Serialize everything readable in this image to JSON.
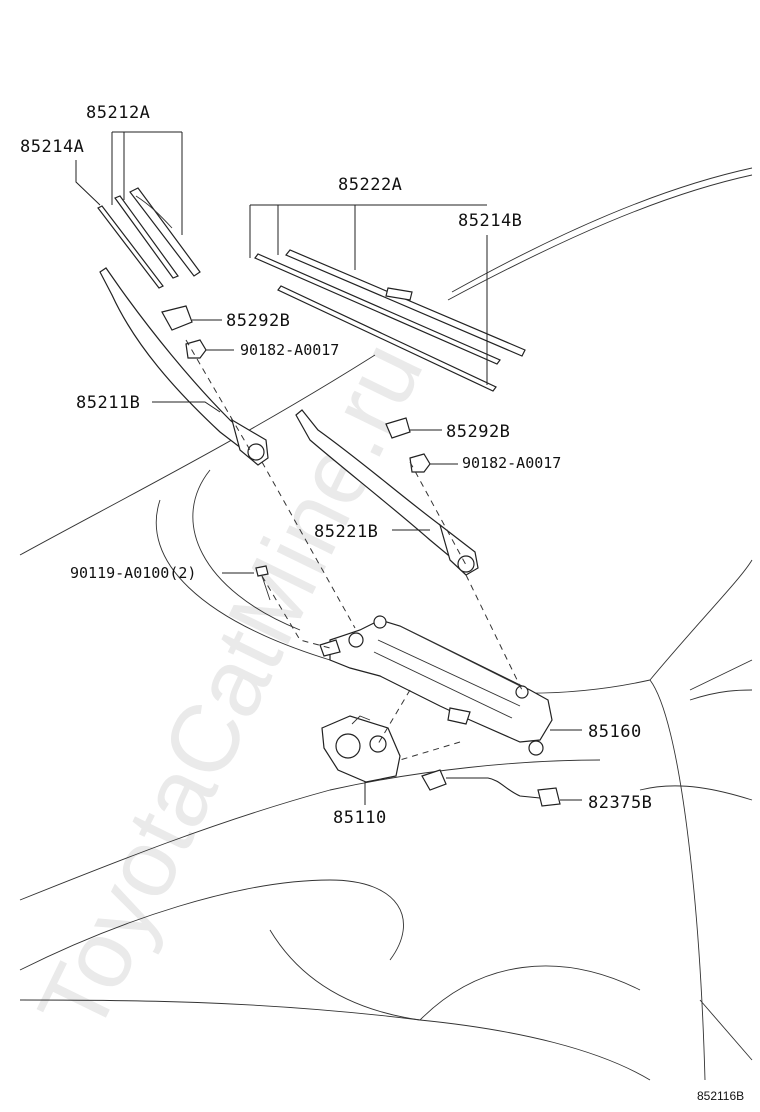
{
  "diagram": {
    "callouts": {
      "p85212A": "85212A",
      "p85214A": "85214A",
      "p85222A": "85222A",
      "p85214B": "85214B",
      "p85292B_top": "85292B",
      "p90182_top": "90182-A0017",
      "p85211B": "85211B",
      "p85292B_mid": "85292B",
      "p90182_mid": "90182-A0017",
      "p85221B": "85221B",
      "p90119": "90119-A0100(2)",
      "p85160": "85160",
      "p85110": "85110",
      "p82375B": "82375B"
    },
    "figure_code": "852116B",
    "watermark": "ToyotaCatMine.ru"
  }
}
